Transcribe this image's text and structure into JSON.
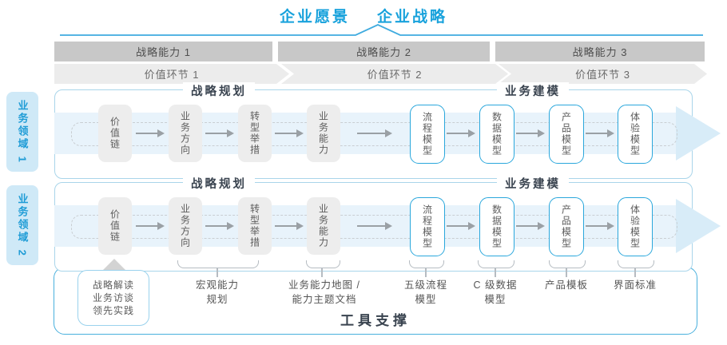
{
  "title": {
    "vision": "企业愿景",
    "strategy": "企业战略"
  },
  "strategic_capabilities": [
    "战略能力 1",
    "战略能力 2",
    "战略能力 3"
  ],
  "value_links": [
    "价值环节 1",
    "价值环节 2",
    "价值环节 3"
  ],
  "business_domains": [
    "业务领域 1",
    "业务领域 2"
  ],
  "row": {
    "planning_header": "战略规划",
    "modeling_header": "业务建模",
    "planning_boxes": [
      "价值链",
      "业务方向",
      "转型举措",
      "业务能力"
    ],
    "modeling_boxes": [
      "流程模型",
      "数据模型",
      "产品模型",
      "体验模型"
    ]
  },
  "annotations": {
    "practice_box_lines": [
      "战略解读",
      "业务访谈",
      "领先实践"
    ],
    "labels": [
      "宏观能力\n规划",
      "业务能力地图 /\n能力主题文档",
      "五级流程\n模型",
      "C 级数据\n模型",
      "产品模板",
      "界面标准"
    ]
  },
  "footer": {
    "tool_support": "工具支撑"
  },
  "colors": {
    "accent_blue": "#18a2dc",
    "band_blue": "#e8f3fb",
    "arrowhead_blue": "#d8ecf8",
    "capability_bar_gray": "#c8c8c8",
    "value_bar_gray": "#ececec",
    "node_gray": "#ededed",
    "node_border_blue": "#2aa7dc",
    "row_border_blue": "#a9d5ea"
  }
}
